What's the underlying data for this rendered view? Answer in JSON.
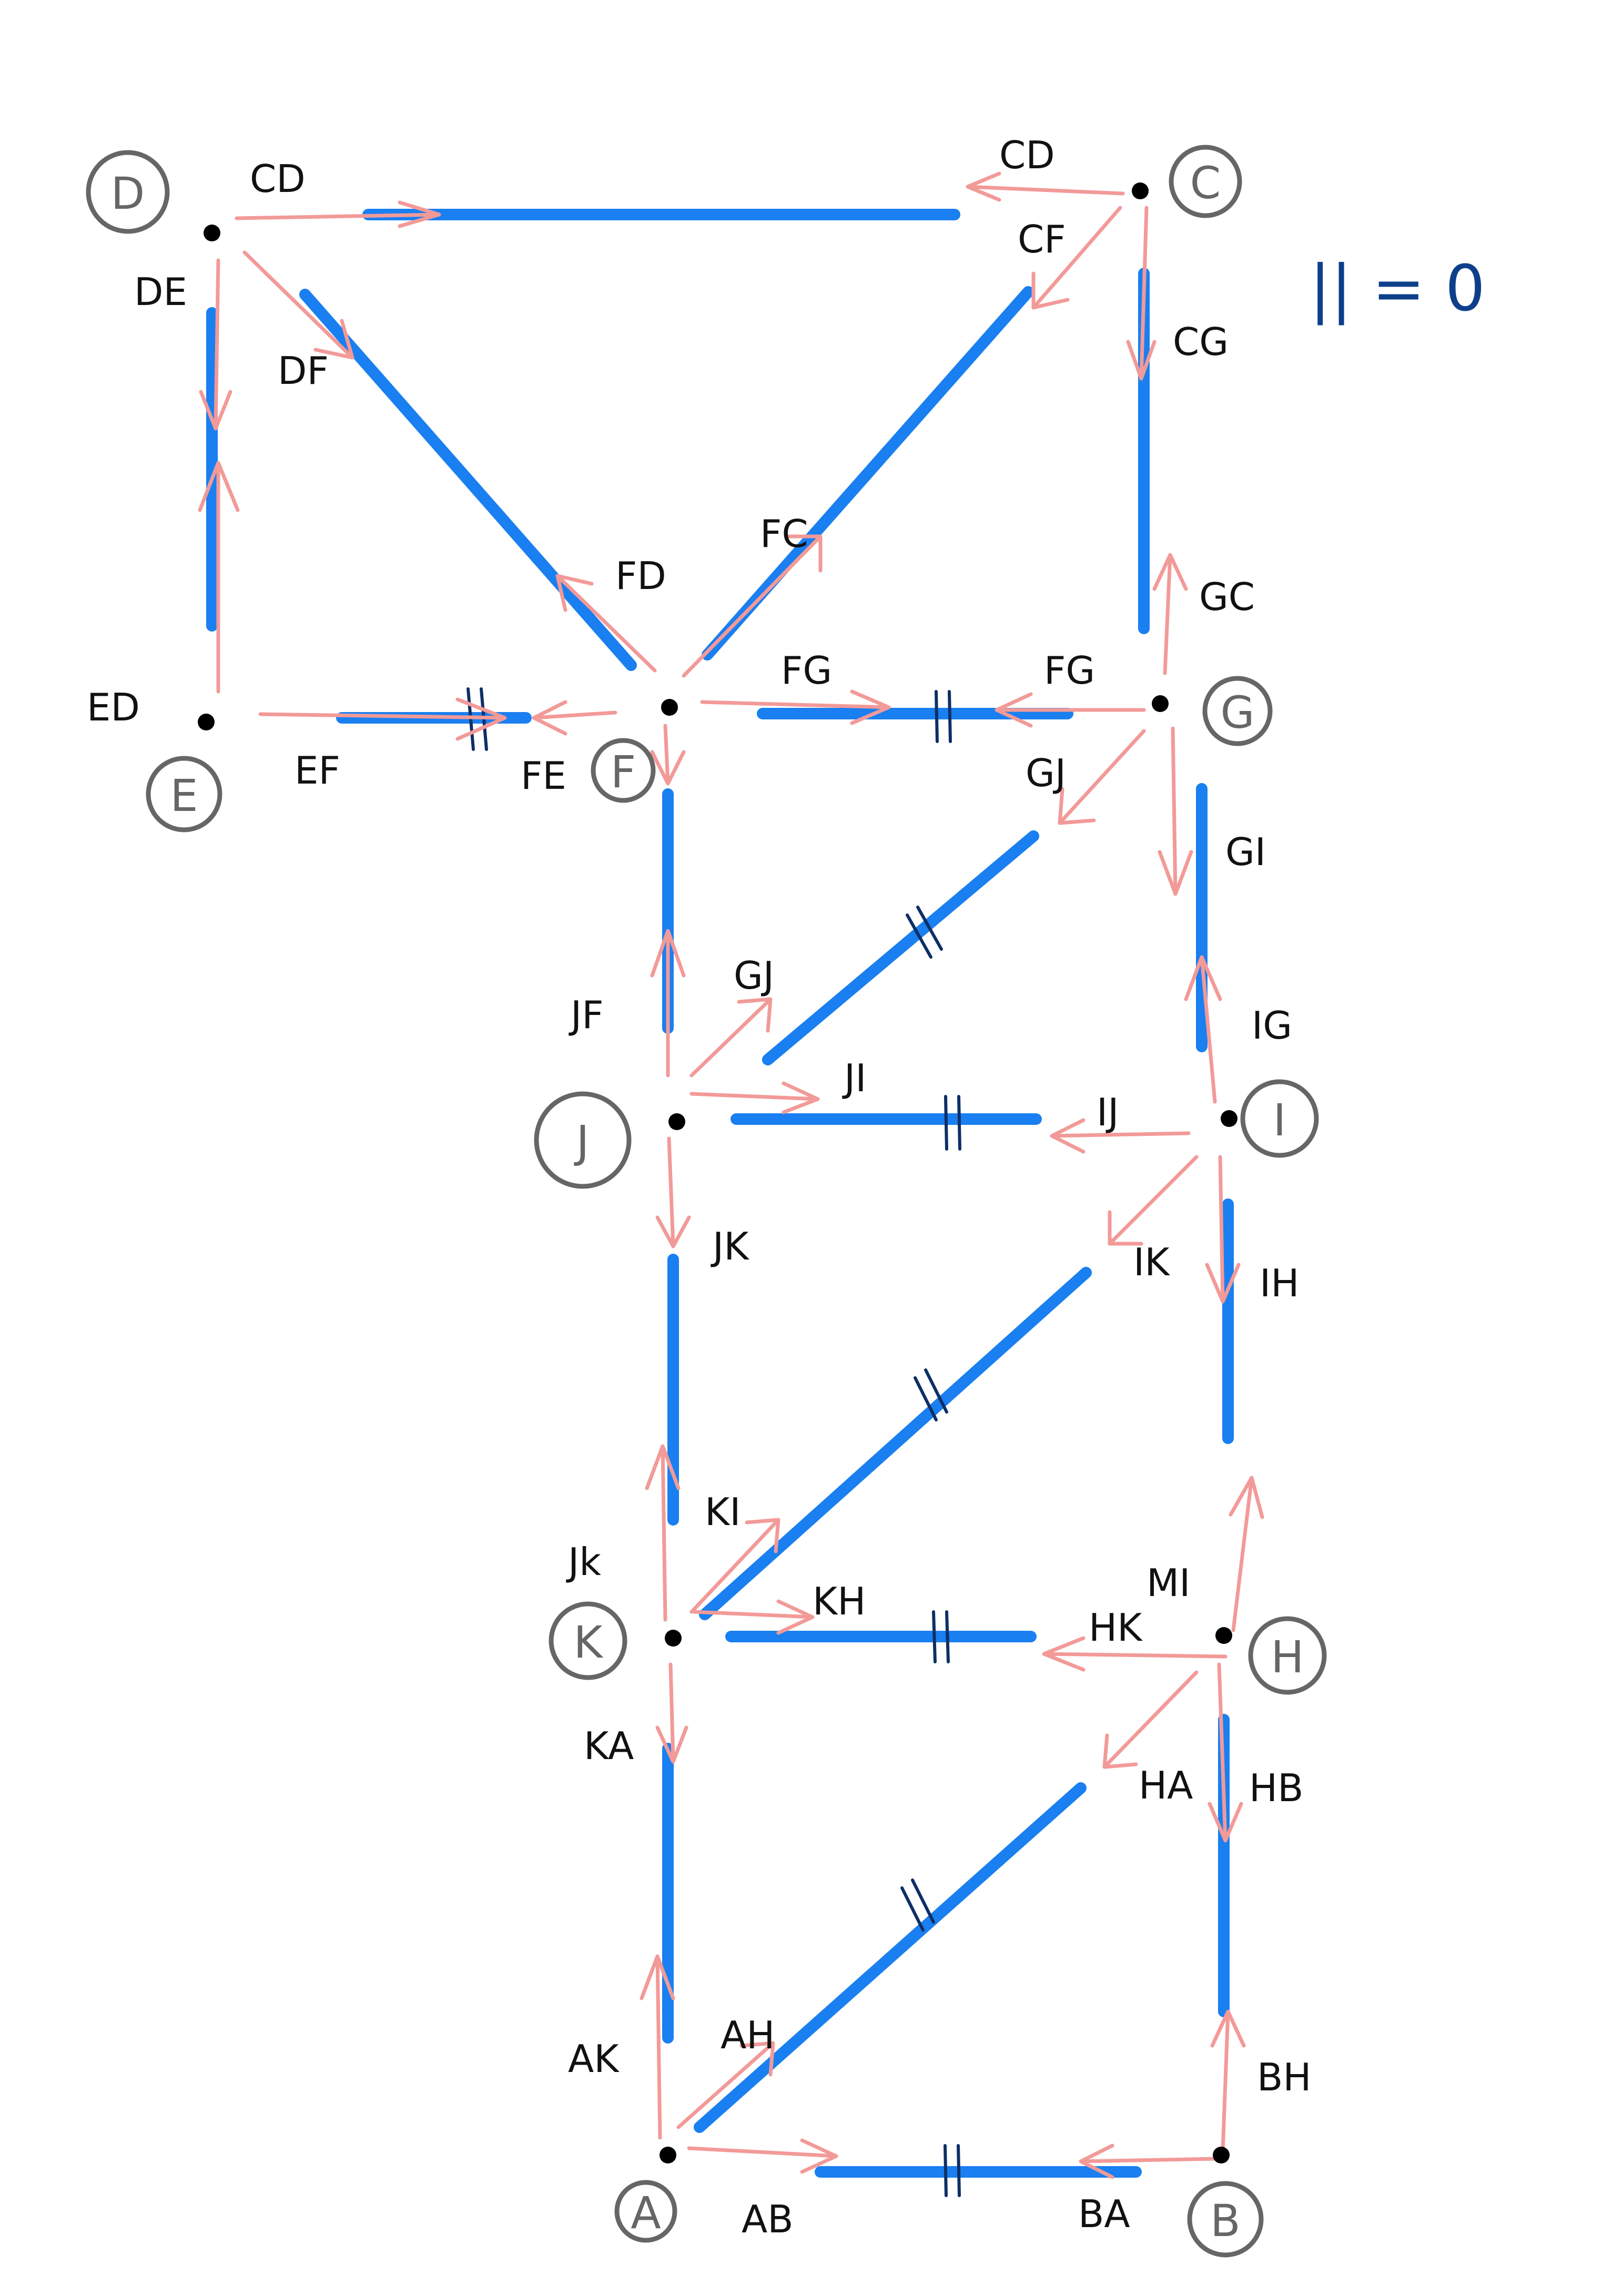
{
  "colors": {
    "member": "#1a7ff0",
    "force_arrow": "#f29a98",
    "node_label": "#666666",
    "legend": "#0d3f8a"
  },
  "legend": {
    "text": "|| = 0"
  },
  "nodes": [
    {
      "id": "D",
      "label": "D"
    },
    {
      "id": "C",
      "label": "C"
    },
    {
      "id": "E",
      "label": "E"
    },
    {
      "id": "F",
      "label": "F"
    },
    {
      "id": "G",
      "label": "G"
    },
    {
      "id": "J",
      "label": "J"
    },
    {
      "id": "I",
      "label": "I"
    },
    {
      "id": "K",
      "label": "K"
    },
    {
      "id": "H",
      "label": "H"
    },
    {
      "id": "A",
      "label": "A"
    },
    {
      "id": "B",
      "label": "B"
    }
  ],
  "members": [
    {
      "id": "CD",
      "zero_force": false
    },
    {
      "id": "DE",
      "zero_force": false
    },
    {
      "id": "DF",
      "zero_force": false
    },
    {
      "id": "CF",
      "zero_force": false
    },
    {
      "id": "CG",
      "zero_force": false
    },
    {
      "id": "EF",
      "zero_force": true
    },
    {
      "id": "FG",
      "zero_force": true
    },
    {
      "id": "FJ",
      "zero_force": false
    },
    {
      "id": "GJ",
      "zero_force": true
    },
    {
      "id": "GI",
      "zero_force": false
    },
    {
      "id": "JI",
      "zero_force": true
    },
    {
      "id": "JK",
      "zero_force": false
    },
    {
      "id": "IK",
      "zero_force": true
    },
    {
      "id": "IH",
      "zero_force": false
    },
    {
      "id": "KH",
      "zero_force": true
    },
    {
      "id": "KA",
      "zero_force": false
    },
    {
      "id": "HA",
      "zero_force": true
    },
    {
      "id": "HB",
      "zero_force": false
    },
    {
      "id": "AB",
      "zero_force": true
    }
  ],
  "force_labels": {
    "CD_D": "CD",
    "CD_C": "CD",
    "CF": "CF",
    "CG": "CG",
    "DE": "DE",
    "DF": "DF",
    "FD": "FD",
    "FC": "FC",
    "GC": "GC",
    "ED": "ED",
    "EF": "EF",
    "FE": "FE",
    "FG_F": "FG",
    "FG_G": "FG",
    "GJ_G": "GJ",
    "GI": "GI",
    "JF": "JF",
    "GJ_J": "GJ",
    "JI": "JI",
    "IJ": "IJ",
    "IG": "IG",
    "JK_J": "JK",
    "IK": "IK",
    "IH": "IH",
    "KI": "KI",
    "JK_K": "Jk",
    "MI": "MI",
    "HK": "HK",
    "KH": "KH",
    "KA": "KA",
    "HA": "HA",
    "HB": "HB",
    "AK": "AK",
    "AH": "AH",
    "BH": "BH",
    "AB": "AB",
    "BA": "BA"
  }
}
